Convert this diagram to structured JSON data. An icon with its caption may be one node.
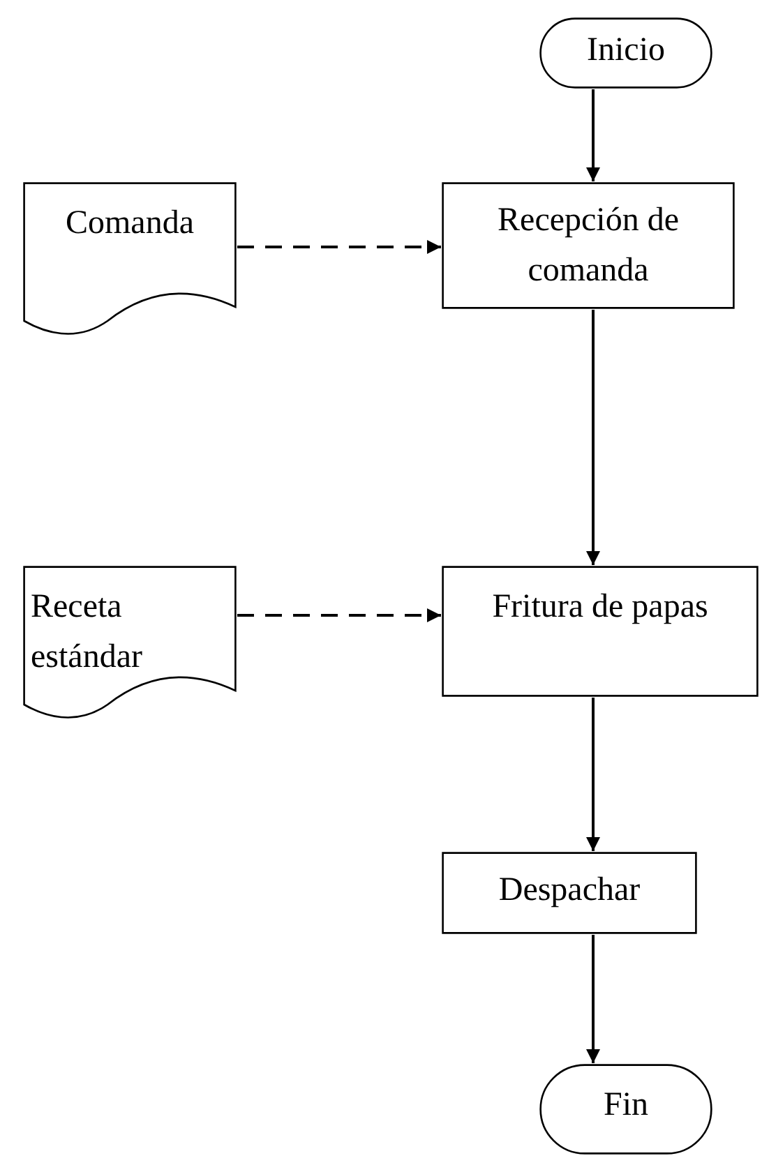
{
  "diagram": {
    "nodes": [
      {
        "text": [
          "Inicio"
        ]
      },
      {
        "text": [
          "Comanda"
        ]
      },
      {
        "text": [
          "Recepción de comanda"
        ]
      },
      {
        "text": [
          "Receta estándar"
        ]
      },
      {
        "text": [
          "Fritura de papas"
        ]
      },
      {
        "text": [
          "Despachar"
        ]
      },
      {
        "text": [
          "Fin"
        ]
      }
    ],
    "edges": [
      {
        "from": 0,
        "to": 2,
        "arrow": "to"
      },
      {
        "from": 1,
        "to": 2,
        "arrow": "to",
        "style": "dashed"
      },
      {
        "from": 2,
        "to": 4,
        "arrow": "to"
      },
      {
        "from": 3,
        "to": 4,
        "arrow": "to",
        "style": "dashed"
      },
      {
        "from": 4,
        "to": 5,
        "arrow": "to"
      },
      {
        "from": 5,
        "to": 6,
        "arrow": "to"
      }
    ]
  }
}
